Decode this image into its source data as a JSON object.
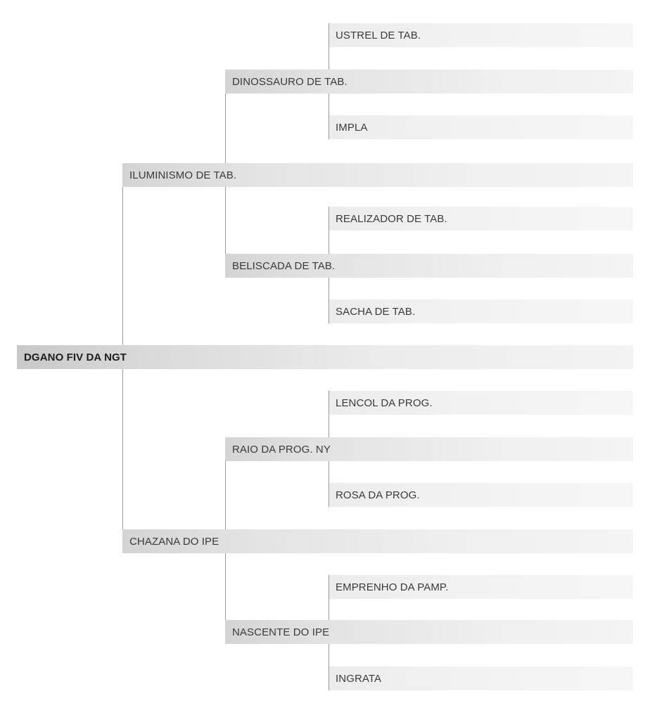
{
  "tree": {
    "label": "DGANO FIV DA NGT",
    "children": [
      {
        "label": "ILUMINISMO DE TAB.",
        "children": [
          {
            "label": "DINOSSAURO DE TAB.",
            "children": [
              {
                "label": "USTREL DE TAB."
              },
              {
                "label": "IMPLA"
              }
            ]
          },
          {
            "label": "BELISCADA DE TAB.",
            "children": [
              {
                "label": "REALIZADOR DE TAB."
              },
              {
                "label": "SACHA DE TAB."
              }
            ]
          }
        ]
      },
      {
        "label": "CHAZANA DO IPE",
        "children": [
          {
            "label": "RAIO DA PROG. NY",
            "children": [
              {
                "label": "LENCOL DA PROG."
              },
              {
                "label": "ROSA DA PROG."
              }
            ]
          },
          {
            "label": "NASCENTE DO IPE",
            "children": [
              {
                "label": "EMPRENHO DA PAMP."
              },
              {
                "label": "INGRATA"
              }
            ]
          }
        ]
      }
    ]
  }
}
